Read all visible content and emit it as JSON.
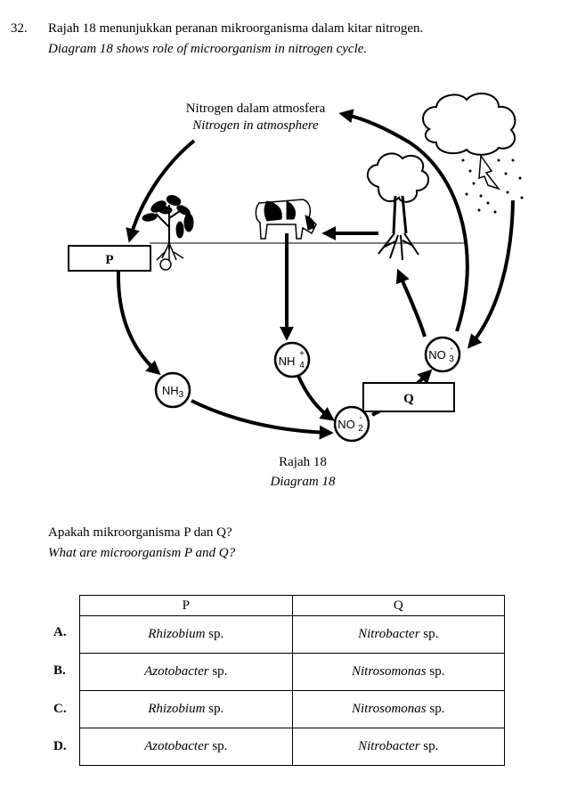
{
  "question": {
    "number": "32.",
    "line_ms": "Rajah 18 menunjukkan peranan mikroorganisma dalam kitar nitrogen.",
    "line_en": "Diagram 18 shows role of microorganism in nitrogen cycle."
  },
  "diagram": {
    "atmosphere_ms": "Nitrogen dalam atmosfera",
    "atmosphere_en": "Nitrogen in atmosphere",
    "box_p": "P",
    "box_q": "Q",
    "nh3": "NH",
    "nh3_sub": "3",
    "nh4": "NH",
    "nh4_sub": "4",
    "nh4_sup": "+",
    "no2": "NO",
    "no2_sub": "2",
    "no2_sup": "-",
    "no3": "NO",
    "no3_sub": "3",
    "no3_sup": "-",
    "caption_ms": "Rajah 18",
    "caption_en": "Diagram 18"
  },
  "prompt": {
    "ms": "Apakah mikroorganisma P dan Q?",
    "en": "What are microorganism P and Q?"
  },
  "table": {
    "headers": [
      "P",
      "Q"
    ],
    "rows": [
      {
        "option": "A.",
        "p_genus": "Rhizobium",
        "p_sp": " sp.",
        "q_genus": "Nitrobacter",
        "q_sp": " sp."
      },
      {
        "option": "B.",
        "p_genus": "Azotobacter",
        "p_sp": " sp.",
        "q_genus": "Nitrosomonas",
        "q_sp": " sp."
      },
      {
        "option": "C.",
        "p_genus": "Rhizobium",
        "p_sp": " sp.",
        "q_genus": "Nitrosomonas",
        "q_sp": " sp."
      },
      {
        "option": "D.",
        "p_genus": "Azotobacter",
        "p_sp": " sp.",
        "q_genus": "Nitrobacter",
        "q_sp": " sp."
      }
    ]
  }
}
